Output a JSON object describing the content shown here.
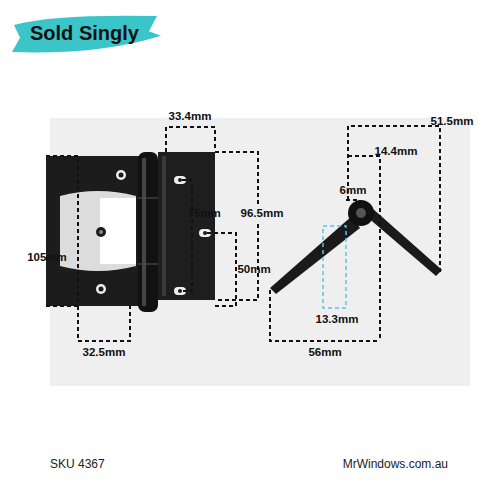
{
  "diagram": {
    "nodes": [
      {
        "text": [
          "Sold Singly"
        ]
      }
    ],
    "labels": [
      "33.4mm",
      "105mm",
      "75mm",
      "96.5mm",
      "50mm",
      "32.5mm",
      "51.5mm",
      "14.4mm",
      "6mm",
      "13.3mm",
      "56mm",
      "SKU 4367",
      "MrWindows.com.au"
    ]
  }
}
